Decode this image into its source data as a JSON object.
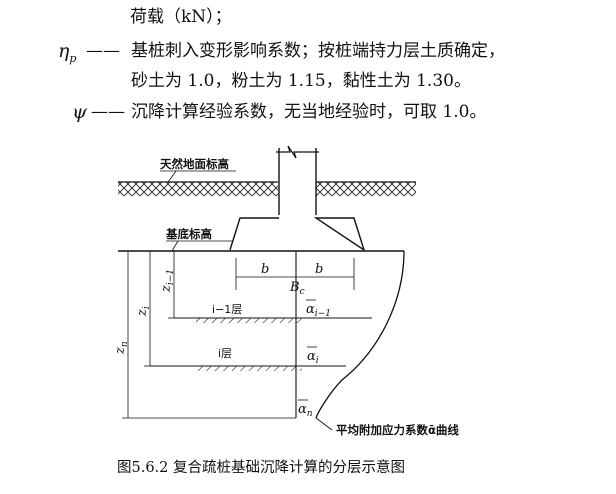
{
  "text": {
    "line1": "荷载（kN）；",
    "eta_symbol": "η",
    "eta_sub": "p",
    "dash_long": "——",
    "eta_def": "基桩刺入变形影响系数；按桩端持力层土质确定，",
    "eta_values": "砂土为 1.0，粉土为 1.15，黏性土为 1.30。",
    "psi_symbol": "ψ",
    "psi_def": "沉降计算经验系数，无当地经验时，可取 1.0。"
  },
  "figure": {
    "label_ground": "天然地面标高",
    "label_base": "基底标高",
    "b_left": "b",
    "b_right": "b",
    "B_main": "B",
    "B_sub": "c",
    "layer_prev": "i−1层",
    "layer_i": "i层",
    "alpha": "α",
    "alpha_prev_sub": "i−1",
    "alpha_i_sub": "i",
    "alpha_n_sub": "n",
    "z_i_minus_1": "z",
    "z_i_minus_1_sub": "i−1",
    "z_i": "z",
    "z_i_sub": "i",
    "z_n": "z",
    "z_n_sub": "n",
    "curve_label": "平均附加应力系数ᾱ曲线"
  },
  "caption": "图5.6.2  复合疏桩基础沉降计算的分层示意图"
}
